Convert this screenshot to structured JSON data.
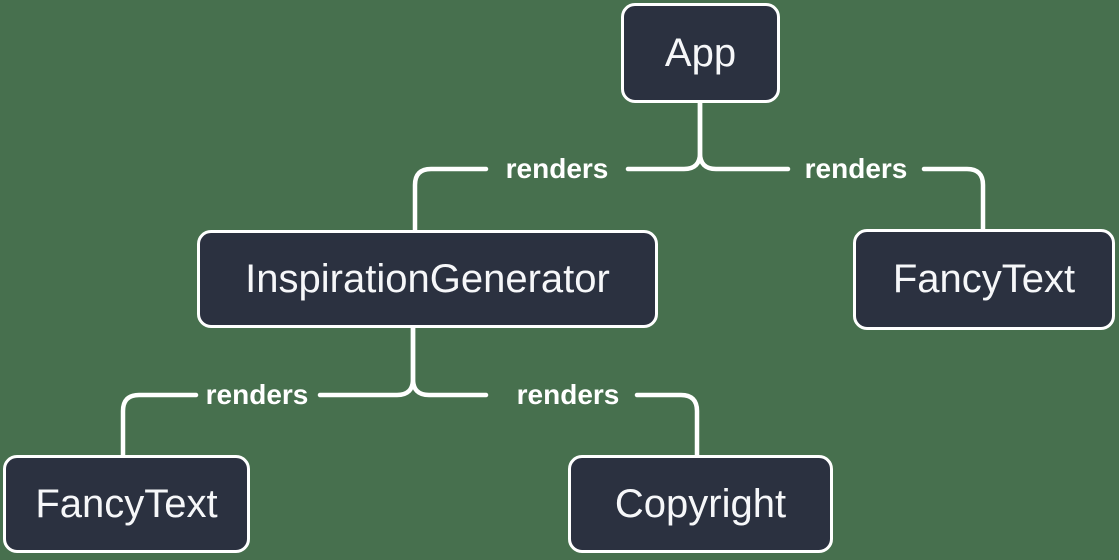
{
  "colors": {
    "background": "#47704E",
    "node_fill": "#2B3140",
    "node_border": "#FFFFFF",
    "node_text": "#F6F7F9",
    "wire": "#FFFFFF",
    "edge_label_text": "#FFFFFF"
  },
  "nodes": [
    {
      "id": "app",
      "label": "App"
    },
    {
      "id": "inspiration-generator",
      "label": "InspirationGenerator"
    },
    {
      "id": "fancy-text-top-right",
      "label": "FancyText"
    },
    {
      "id": "fancy-text-bottom-left",
      "label": "FancyText"
    },
    {
      "id": "copyright",
      "label": "Copyright"
    }
  ],
  "edges": [
    {
      "from": "App",
      "to": "InspirationGenerator",
      "label": "renders"
    },
    {
      "from": "App",
      "to": "FancyText",
      "label": "renders"
    },
    {
      "from": "InspirationGenerator",
      "to": "FancyText",
      "label": "renders"
    },
    {
      "from": "InspirationGenerator",
      "to": "Copyright",
      "label": "renders"
    }
  ]
}
